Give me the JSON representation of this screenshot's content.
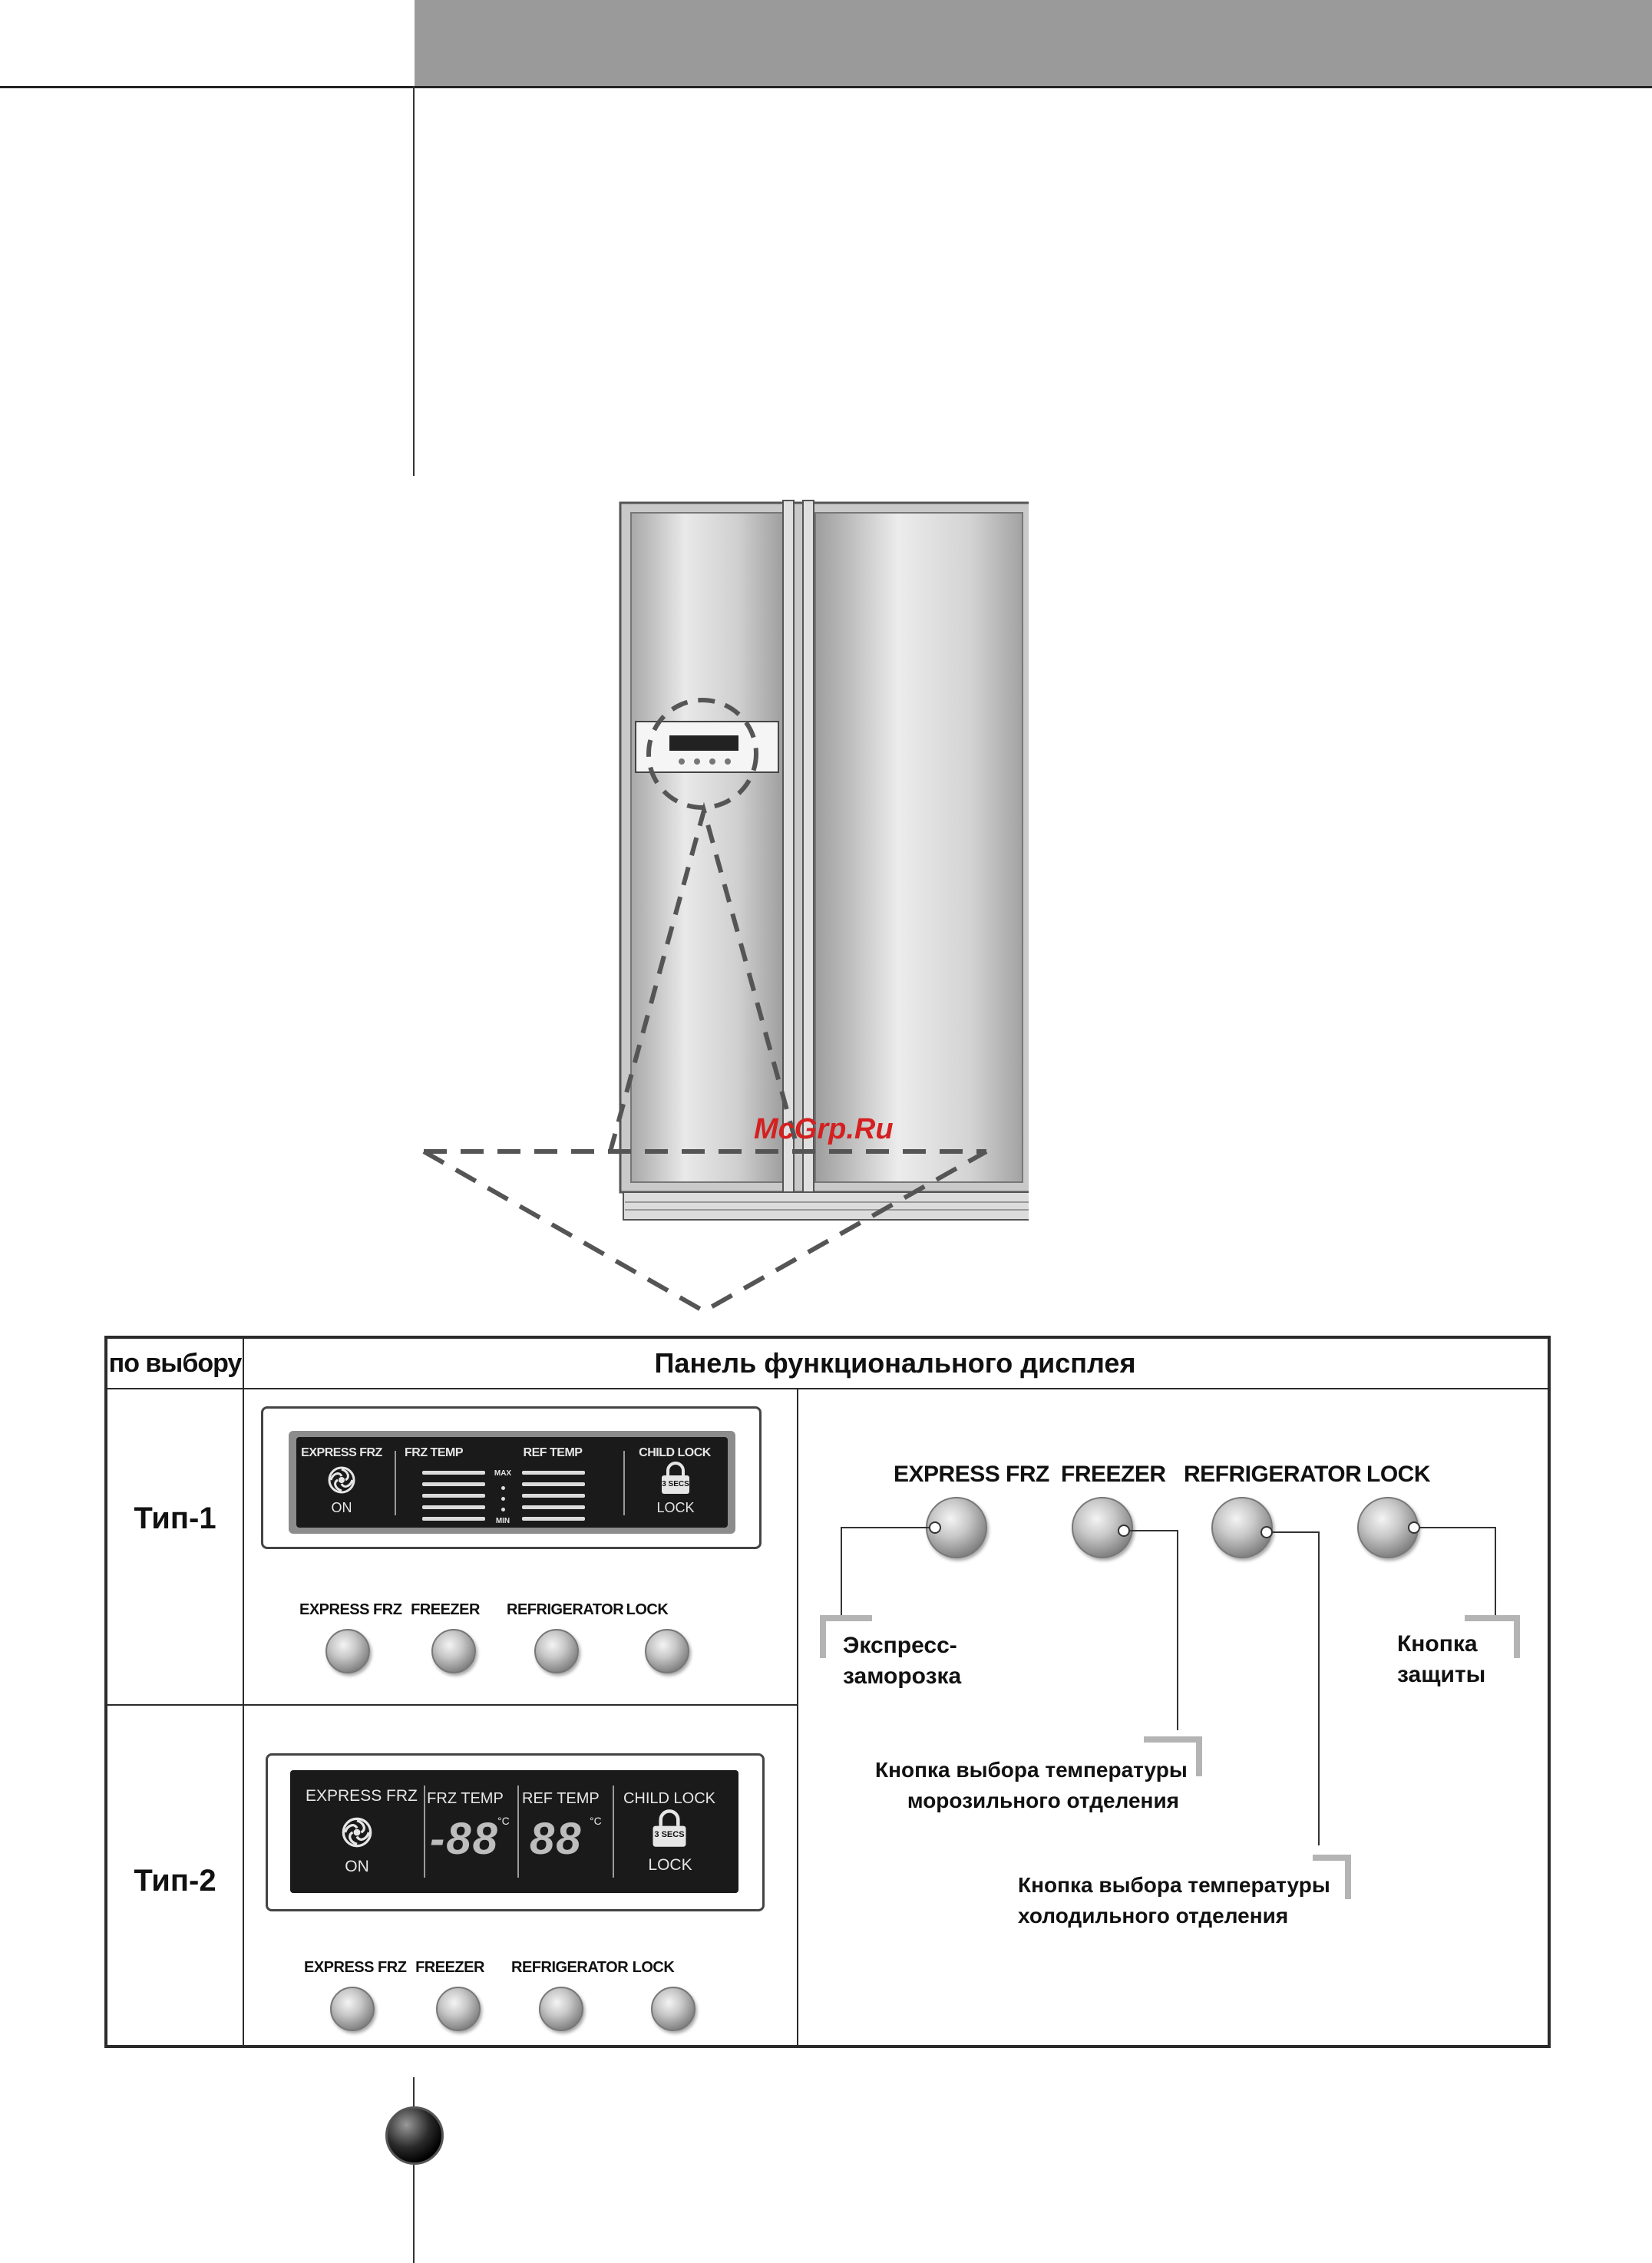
{
  "watermark": "McGrp.Ru",
  "table": {
    "col_left_header": "по выбору",
    "col_main_header": "Панель функционального дисплея",
    "rows": [
      {
        "label": "Тип-1",
        "display": {
          "express_frz": "EXPRESS FRZ",
          "frz_temp": "FRZ TEMP",
          "ref_temp": "REF TEMP",
          "child_lock": "CHILD LOCK",
          "on": "ON",
          "lock": "LOCK",
          "secs": "3 SECS",
          "max": "MAX",
          "min": "MIN"
        },
        "buttons": [
          "EXPRESS FRZ",
          "FREEZER",
          "REFRIGERATOR",
          "LOCK"
        ]
      },
      {
        "label": "Тип-2",
        "display": {
          "express_frz": "EXPRESS FRZ",
          "frz_temp": "FRZ TEMP",
          "ref_temp": "REF TEMP",
          "child_lock": "CHILD LOCK",
          "on": "ON",
          "lock": "LOCK",
          "secs": "3 SECS",
          "frz_digits": "-88",
          "ref_digits": "88",
          "deg": "°C"
        },
        "buttons": [
          "EXPRESS FRZ",
          "FREEZER",
          "REFRIGERATOR",
          "LOCK"
        ]
      }
    ],
    "legend": {
      "buttons": [
        "EXPRESS FRZ",
        "FREEZER",
        "REFRIGERATOR",
        "LOCK"
      ],
      "callouts": {
        "express_line1": "Экспресс-",
        "express_line2": "заморозка",
        "lock_line1": "Кнопка",
        "lock_line2": "защиты",
        "freezer_line1": "Кнопка выбора температуры",
        "freezer_line2": "морозильного отделения",
        "fridge_line1": "Кнопка выбора температуры",
        "fridge_line2": "холодильного отделения"
      }
    }
  }
}
